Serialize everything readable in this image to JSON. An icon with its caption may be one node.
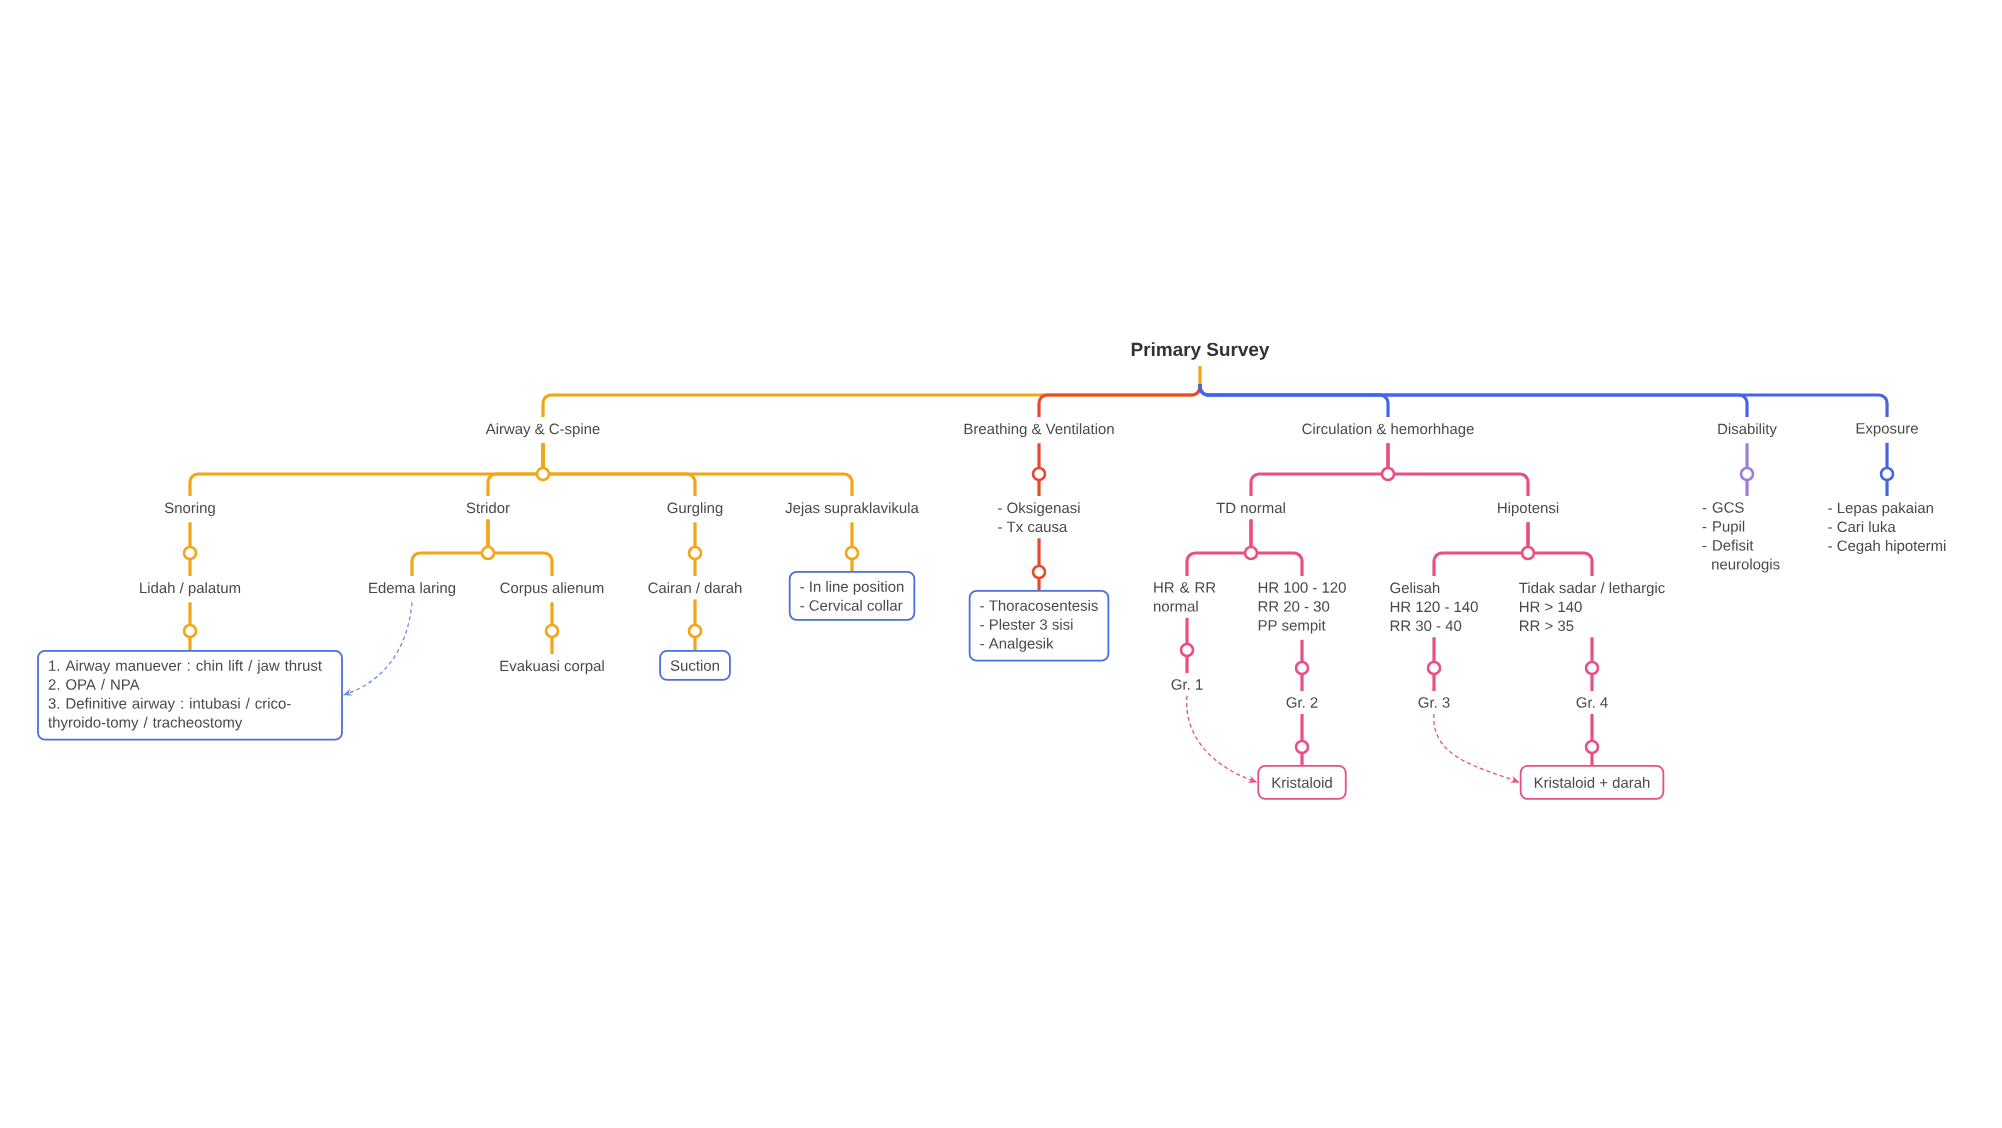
{
  "diagram": {
    "nodes": [
      {
        "text": [
          "Primary Survey"
        ]
      },
      {
        "text": [
          "Airway & C-spine"
        ]
      },
      {
        "text": [
          "Breathing & Ventilation"
        ]
      },
      {
        "text": [
          "Circulation & hemorhhage"
        ]
      },
      {
        "text": [
          "Disability"
        ]
      },
      {
        "text": [
          "Exposure"
        ]
      },
      {
        "text": [
          "Snoring"
        ]
      },
      {
        "text": [
          "Stridor"
        ]
      },
      {
        "text": [
          "Gurgling"
        ]
      },
      {
        "text": [
          "Jejas supraklavikula"
        ]
      },
      {
        "text": [
          "Lidah / palatum"
        ]
      },
      {
        "text": [
          "Edema laring"
        ]
      },
      {
        "text": [
          "Corpus alienum"
        ]
      },
      {
        "text": [
          "Cairan / darah"
        ]
      },
      {
        "text": [
          "- In line position",
          "- Cervical collar"
        ]
      },
      {
        "text": [
          "1. Airway manuever : chin lift / jaw thrust",
          "2. OPA / NPA",
          "3. Definitive airway : intubasi / crico- thyroido-tomy / tracheostomy"
        ]
      },
      {
        "text": [
          "Evakuasi corpal"
        ]
      },
      {
        "text": [
          "Suction"
        ]
      },
      {
        "text": [
          "- Oksigenasi",
          "- Tx causa"
        ]
      },
      {
        "text": [
          "- Thoracosentesis",
          "- Plester 3 sisi",
          "- Analgesik"
        ]
      },
      {
        "text": [
          "TD normal"
        ]
      },
      {
        "text": [
          "Hipotensi"
        ]
      },
      {
        "text": [
          "- GCS",
          "- Pupil",
          "- Defisit neurologis"
        ]
      },
      {
        "text": [
          "- Lepas pakaian",
          "- Cari luka",
          "- Cegah hipotermi"
        ]
      },
      {
        "text": [
          "HR & RR normal"
        ]
      },
      {
        "text": [
          "HR 100 - 120",
          "RR 20 - 30",
          "PP sempit"
        ]
      },
      {
        "text": [
          "Gelisah",
          "HR 120 - 140",
          "RR 30 - 40"
        ]
      },
      {
        "text": [
          "Tidak sadar / lethargic",
          "HR > 140",
          "RR > 35"
        ]
      },
      {
        "text": [
          "Gr. 1"
        ]
      },
      {
        "text": [
          "Gr. 2"
        ]
      },
      {
        "text": [
          "Gr. 3"
        ]
      },
      {
        "text": [
          "Gr. 4"
        ]
      },
      {
        "text": [
          "Kristaloid"
        ]
      },
      {
        "text": [
          "Kristaloid + darah"
        ]
      }
    ],
    "edges": [
      {
        "from": 0,
        "to": 1,
        "arrow": "none",
        "color": "#f2a516"
      },
      {
        "from": 0,
        "to": 2,
        "arrow": "none",
        "color": "#e64a2e"
      },
      {
        "from": 0,
        "to": 3,
        "arrow": "none",
        "color": "#4466e6"
      },
      {
        "from": 0,
        "to": 4,
        "arrow": "none",
        "color": "#4466e6"
      },
      {
        "from": 0,
        "to": 5,
        "arrow": "none",
        "color": "#4466e6"
      },
      {
        "from": 1,
        "to": 6,
        "arrow": "none",
        "color": "#f2a516"
      },
      {
        "from": 1,
        "to": 7,
        "arrow": "none",
        "color": "#f2a516"
      },
      {
        "from": 1,
        "to": 8,
        "arrow": "none",
        "color": "#f2a516"
      },
      {
        "from": 1,
        "to": 9,
        "arrow": "none",
        "color": "#f2a516"
      },
      {
        "from": 6,
        "to": 10,
        "arrow": "none",
        "color": "#f2a516"
      },
      {
        "from": 10,
        "to": 15,
        "arrow": "none",
        "color": "#f2a516"
      },
      {
        "from": 7,
        "to": 11,
        "arrow": "none",
        "color": "#f2a516"
      },
      {
        "from": 7,
        "to": 12,
        "arrow": "none",
        "color": "#f2a516"
      },
      {
        "from": 12,
        "to": 16,
        "arrow": "none",
        "color": "#f2a516"
      },
      {
        "from": 8,
        "to": 13,
        "arrow": "none",
        "color": "#f2a516"
      },
      {
        "from": 13,
        "to": 17,
        "arrow": "none",
        "color": "#f2a516"
      },
      {
        "from": 9,
        "to": 14,
        "arrow": "none",
        "color": "#f2a516"
      },
      {
        "from": 11,
        "to": 15,
        "arrow": "to",
        "style": "dashed",
        "color": "#6f8be0"
      },
      {
        "from": 2,
        "to": 18,
        "arrow": "none",
        "color": "#e64a2e"
      },
      {
        "from": 18,
        "to": 19,
        "arrow": "none",
        "color": "#e64a2e"
      },
      {
        "from": 3,
        "to": 20,
        "arrow": "none"
      },
      {
        "from": 3,
        "to": 21,
        "arrow": "none"
      },
      {
        "from": 20,
        "to": 24,
        "arrow": "none"
      },
      {
        "from": 20,
        "to": 25,
        "arrow": "none"
      },
      {
        "from": 21,
        "to": 26,
        "arrow": "none"
      },
      {
        "from": 21,
        "to": 27,
        "arrow": "none"
      },
      {
        "from": 24,
        "to": 28,
        "arrow": "none"
      },
      {
        "from": 25,
        "to": 29,
        "arrow": "none"
      },
      {
        "from": 26,
        "to": 30,
        "arrow": "none"
      },
      {
        "from": 27,
        "to": 31,
        "arrow": "none"
      },
      {
        "from": 29,
        "to": 32,
        "arrow": "none"
      },
      {
        "from": 31,
        "to": 33,
        "arrow": "none"
      },
      {
        "from": 28,
        "to": 32,
        "arrow": "to",
        "style": "dashed"
      },
      {
        "from": 30,
        "to": 33,
        "arrow": "to",
        "style": "dashed"
      },
      {
        "from": 4,
        "to": 22,
        "arrow": "none",
        "color": "#9c7cd9"
      },
      {
        "from": 5,
        "to": 23,
        "arrow": "none",
        "color": "#4466e6"
      }
    ]
  }
}
